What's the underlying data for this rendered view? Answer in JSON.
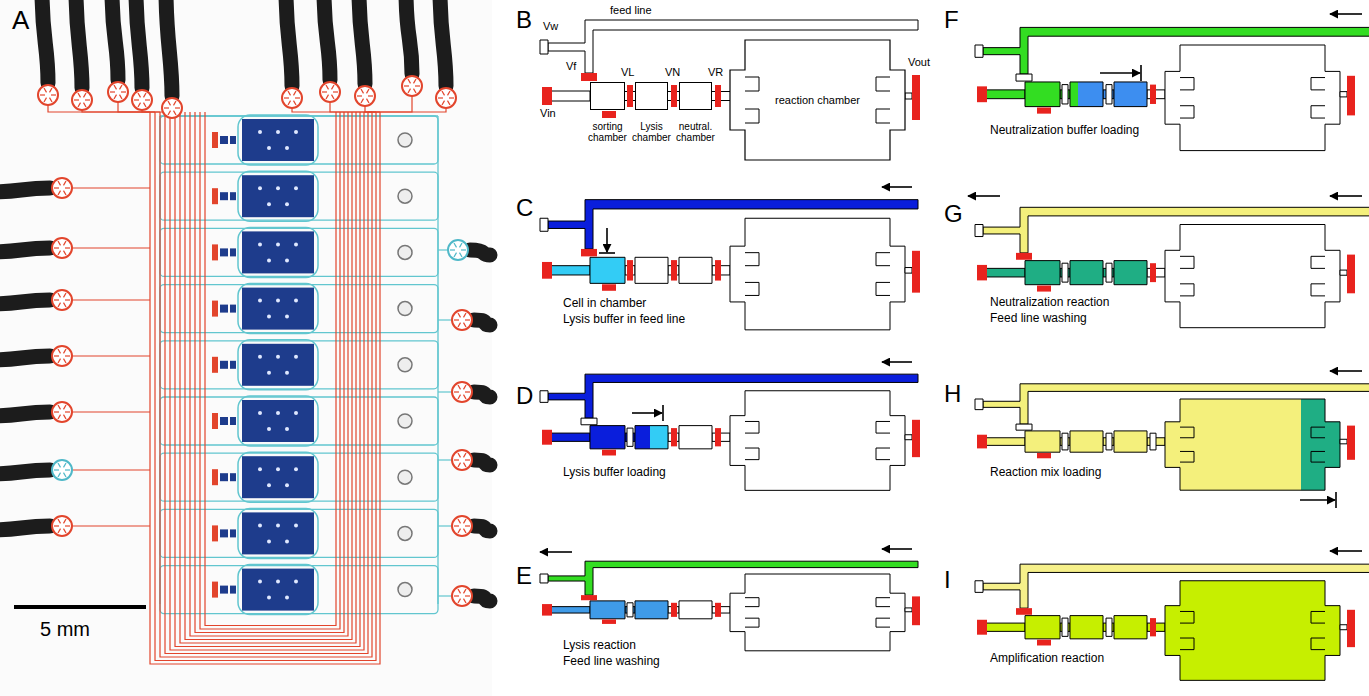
{
  "diagram": {
    "nodes": [
      {
        "text": [
          "sorting chamber"
        ]
      },
      {
        "text": [
          "Lysis chamber"
        ]
      },
      {
        "text": [
          "neutral. chamber"
        ]
      },
      {
        "text": [
          "reaction chamber"
        ]
      }
    ],
    "edges": [
      {
        "from": 0,
        "to": 1,
        "arrow": "none"
      },
      {
        "from": 1,
        "to": 2,
        "arrow": "none"
      },
      {
        "from": 2,
        "to": 3,
        "arrow": "none"
      }
    ],
    "labels": [
      "A",
      "5 mm",
      "B",
      "feed line",
      "Vw",
      "Vf",
      "VL",
      "VN",
      "VR",
      "Vout",
      "Vin",
      "C",
      "Cell in chamber",
      "Lysis buffer in feed line",
      "D",
      "Lysis buffer loading",
      "E",
      "Lysis reaction",
      "Feed line washing",
      "F",
      "Neutralization buffer loading",
      "G",
      "Neutralization reaction",
      "Feed line washing",
      "H",
      "Reaction mix loading",
      "I",
      "Amplification reaction"
    ]
  }
}
